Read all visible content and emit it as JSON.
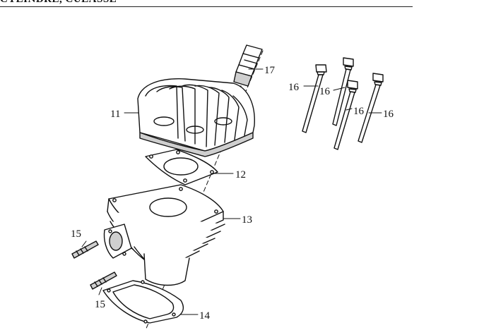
{
  "header": {
    "title": "CYLINDRE, CULASSE"
  },
  "callouts": [
    {
      "id": "spark-plug",
      "label": "17"
    },
    {
      "id": "cylinder-head",
      "label": "11"
    },
    {
      "id": "head-gasket",
      "label": "12"
    },
    {
      "id": "cylinder",
      "label": "13"
    },
    {
      "id": "base-gasket",
      "label": "14"
    },
    {
      "id": "stud-upper",
      "label": "15"
    },
    {
      "id": "stud-lower",
      "label": "15"
    },
    {
      "id": "bolt-a",
      "label": "16"
    },
    {
      "id": "bolt-b",
      "label": "16"
    },
    {
      "id": "bolt-c",
      "label": "16"
    },
    {
      "id": "bolt-d",
      "label": "16"
    }
  ],
  "colors": {
    "ink": "#111111",
    "fill": "#ffffff",
    "shade": "#cfcfcf"
  }
}
